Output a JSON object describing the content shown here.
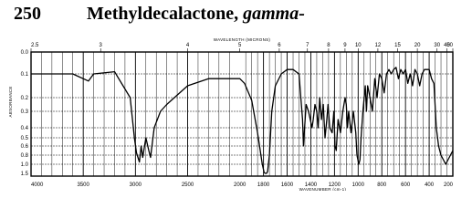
{
  "header": {
    "number": "250",
    "title": "Methyldecalactone, ",
    "title_suffix": "gamma-"
  },
  "colors": {
    "ink": "#000000",
    "paper": "#ffffff"
  },
  "chart_data": {
    "type": "line",
    "title": "Methyldecalactone, gamma-",
    "xlabel": "WAVENUMBER (cm-1)",
    "x2label": "WAVELENGTH (MICRONS)",
    "ylabel": "ABSORBANCE",
    "xlim": [
      4000,
      200
    ],
    "x_scale": "piecewise-linear (scale doubles below 2000 cm-1)",
    "ylim": [
      0.0,
      1.5
    ],
    "y_ticks": [
      "0.0",
      "0.1",
      "0.2",
      "0.3",
      "0.4",
      "0.5",
      "0.6",
      "0.8",
      "1.0",
      "1.5"
    ],
    "x_ticks": [
      "4000",
      "3500",
      "3000",
      "2500",
      "2000",
      "1800",
      "1600",
      "1400",
      "1200",
      "1000",
      "800",
      "600",
      "400",
      "200"
    ],
    "x_ticks_top": [
      "2.5",
      "3",
      "4",
      "5",
      "6",
      "7",
      "8",
      "9",
      "10",
      "12",
      "15",
      "20",
      "30",
      "40",
      "50"
    ],
    "grid": true,
    "legend": "none",
    "series": [
      {
        "x": [
          4000,
          3800,
          3600,
          3450,
          3400,
          3200,
          3050,
          3010,
          2990,
          2962,
          2945,
          2930,
          2900,
          2872,
          2855,
          2820,
          2760,
          2700,
          2500,
          2300,
          2100,
          2000,
          1960,
          1900,
          1850,
          1810,
          1795,
          1785,
          1775,
          1765,
          1750,
          1730,
          1700,
          1650,
          1600,
          1550,
          1500,
          1470,
          1462,
          1455,
          1440,
          1420,
          1390,
          1380,
          1365,
          1350,
          1338,
          1325,
          1310,
          1295,
          1280,
          1265,
          1255,
          1240,
          1220,
          1205,
          1195,
          1185,
          1170,
          1150,
          1130,
          1110,
          1100,
          1090,
          1080,
          1060,
          1040,
          1020,
          1010,
          995,
          985,
          975,
          960,
          940,
          930,
          920,
          900,
          880,
          860,
          840,
          820,
          800,
          780,
          760,
          740,
          720,
          700,
          680,
          660,
          640,
          620,
          600,
          580,
          560,
          540,
          520,
          500,
          480,
          460,
          440,
          420,
          400,
          380,
          360,
          340,
          320,
          300,
          280,
          260,
          240,
          220,
          200
        ],
        "y": [
          0.1,
          0.1,
          0.1,
          0.13,
          0.1,
          0.09,
          0.2,
          0.5,
          0.75,
          0.95,
          0.6,
          0.85,
          0.5,
          0.7,
          0.85,
          0.4,
          0.3,
          0.25,
          0.15,
          0.12,
          0.12,
          0.12,
          0.14,
          0.22,
          0.45,
          1.0,
          1.45,
          1.5,
          1.5,
          1.4,
          0.8,
          0.3,
          0.15,
          0.1,
          0.08,
          0.08,
          0.1,
          0.35,
          0.6,
          0.45,
          0.25,
          0.3,
          0.4,
          0.35,
          0.25,
          0.3,
          0.4,
          0.2,
          0.35,
          0.25,
          0.5,
          0.35,
          0.25,
          0.4,
          0.45,
          0.3,
          0.6,
          0.7,
          0.35,
          0.45,
          0.3,
          0.2,
          0.25,
          0.4,
          0.3,
          0.45,
          0.3,
          0.45,
          0.8,
          1.0,
          0.9,
          0.5,
          0.3,
          0.15,
          0.3,
          0.15,
          0.2,
          0.3,
          0.12,
          0.2,
          0.1,
          0.12,
          0.18,
          0.1,
          0.08,
          0.1,
          0.08,
          0.07,
          0.12,
          0.08,
          0.1,
          0.08,
          0.14,
          0.1,
          0.15,
          0.08,
          0.1,
          0.15,
          0.1,
          0.08,
          0.08,
          0.08,
          0.12,
          0.14,
          0.4,
          0.6,
          0.8,
          0.9,
          1.0,
          0.9,
          0.8,
          0.7
        ]
      }
    ]
  }
}
